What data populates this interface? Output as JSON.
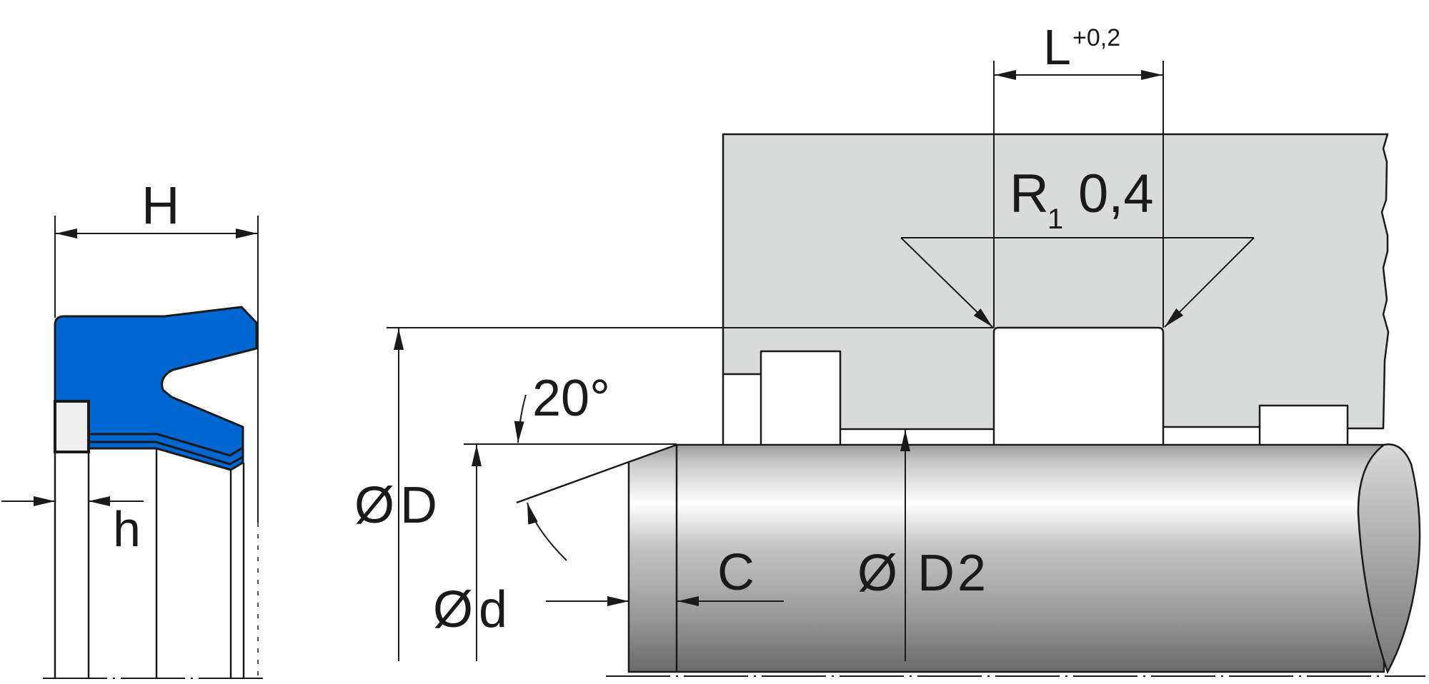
{
  "drawing": {
    "type": "rod seal installation drawing",
    "seal_profile": {
      "labels": {
        "height": "H",
        "back_width": "h"
      }
    },
    "installation": {
      "labels": {
        "groove_length": "L",
        "groove_length_tolerance": "+0,2",
        "radius_symbol": "R",
        "radius_subscript": "1",
        "radius_value": "0,4",
        "angle": "20°",
        "bore_diameter": "ØD",
        "rod_diameter": "Ød",
        "chamfer": "C",
        "clearance_diameter": "Ø D2"
      }
    }
  },
  "colors": {
    "seal": "#0066d2",
    "backup_ring": "#eeeeee",
    "housing": "#d9dbdb",
    "line": "#1a1a1a",
    "rod_dark": "#6a6a6a",
    "rod_light": "#ffffff"
  }
}
